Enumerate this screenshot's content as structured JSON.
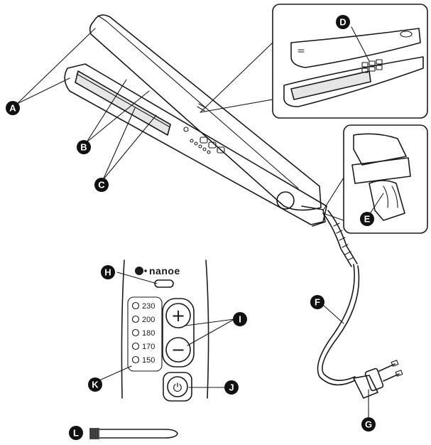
{
  "callouts": [
    {
      "id": "A",
      "label": "A"
    },
    {
      "id": "B",
      "label": "B"
    },
    {
      "id": "C",
      "label": "C"
    },
    {
      "id": "D",
      "label": "D"
    },
    {
      "id": "E",
      "label": "E"
    },
    {
      "id": "F",
      "label": "F"
    },
    {
      "id": "G",
      "label": "G"
    },
    {
      "id": "H",
      "label": "H"
    },
    {
      "id": "I",
      "label": "I"
    },
    {
      "id": "J",
      "label": "J"
    },
    {
      "id": "K",
      "label": "K"
    },
    {
      "id": "L",
      "label": "L"
    }
  ],
  "panel": {
    "brand": "nanoe",
    "temperatures": [
      "230",
      "200",
      "180",
      "170",
      "150"
    ],
    "plus_symbol": "+",
    "minus_symbol": "−",
    "power_symbol": "⏻"
  }
}
